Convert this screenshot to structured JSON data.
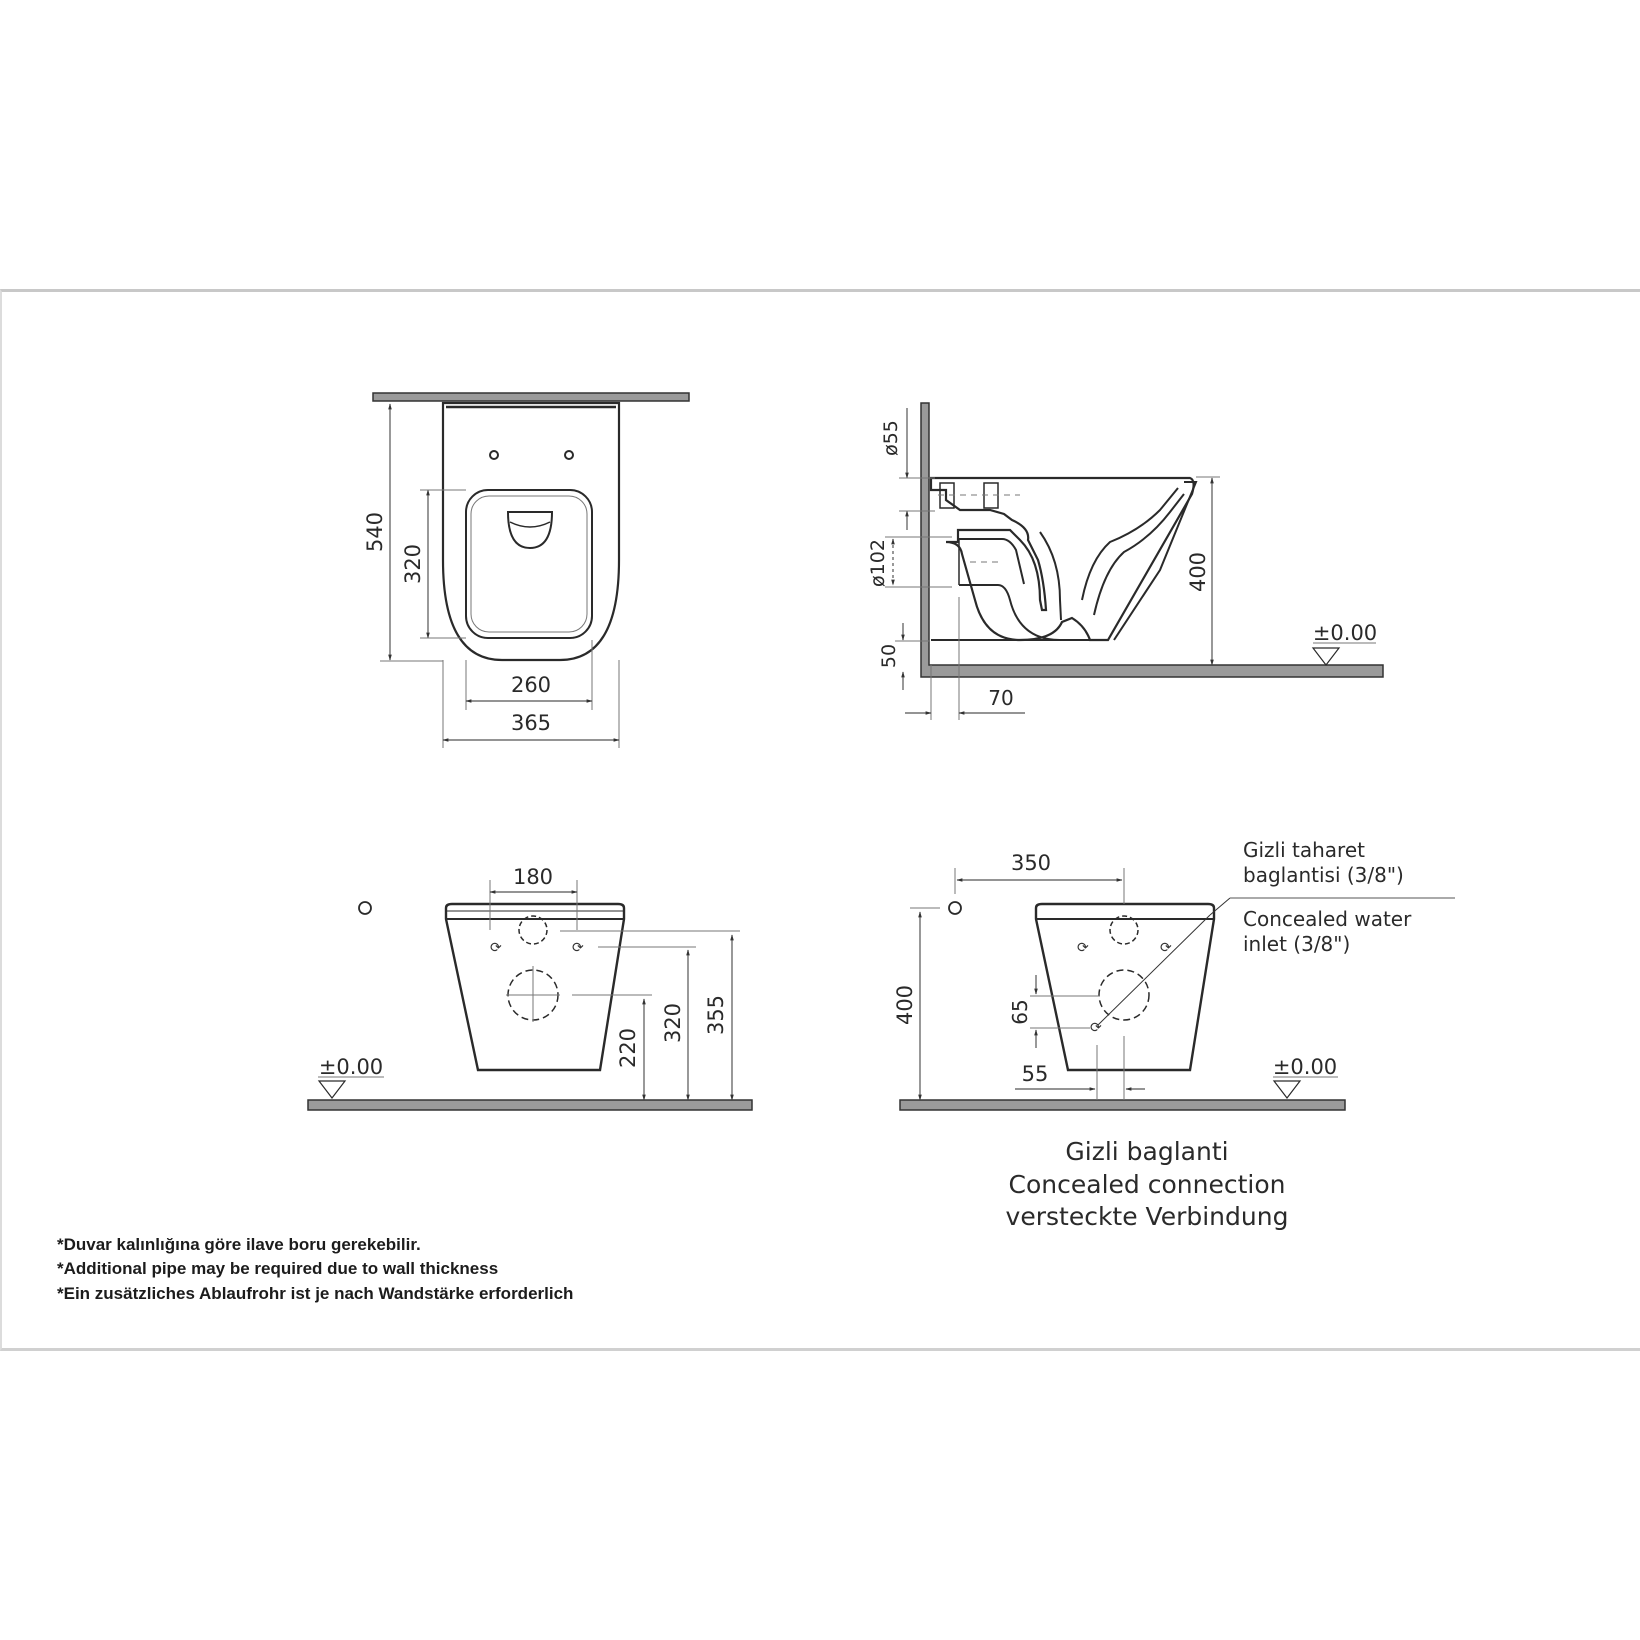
{
  "drawing": {
    "title": "Wall-hung WC technical drawing",
    "colors": {
      "line": "#2a2a2a",
      "wall_fill": "#9a9a9a",
      "dim_line": "#555555",
      "frame": "#c8c8c8",
      "background": "#ffffff"
    },
    "top_view": {
      "dims": {
        "overall_depth": "540",
        "seat_opening_depth": "320",
        "seat_opening_width": "260",
        "overall_width": "365"
      }
    },
    "side_view": {
      "dims": {
        "inlet_diameter": "ø55",
        "outlet_diameter": "ø102",
        "bottom_clearance": "50",
        "outlet_offset": "70",
        "rim_height": "400"
      },
      "level_label": "±0.00"
    },
    "rear_view": {
      "origin_mark": "o",
      "dims": {
        "fixing_spacing": "180",
        "outlet_height": "220",
        "fixing_height": "320",
        "inlet_height": "355"
      },
      "level_label": "±0.00"
    },
    "concealed_view": {
      "origin_mark": "o",
      "dims": {
        "inlet_offset": "350",
        "rim_height": "400",
        "bidet_vertical": "65",
        "bidet_horizontal": "55"
      },
      "level_label": "±0.00",
      "callout": {
        "line1_tr": "Gizli taharet",
        "line2_tr": "baglantisi (3/8\")",
        "line1_en": "Concealed water",
        "line2_en": "inlet (3/8\")"
      },
      "caption": [
        "Gizli baglanti",
        "Concealed connection",
        "versteckte Verbindung"
      ]
    },
    "notes": [
      "*Duvar kalınlığına göre ilave boru gerekebilir.",
      "*Additional pipe may be required due to wall thickness",
      "*Ein zusätzliches Ablaufrohr ist je nach Wandstärke erforderlich"
    ]
  }
}
